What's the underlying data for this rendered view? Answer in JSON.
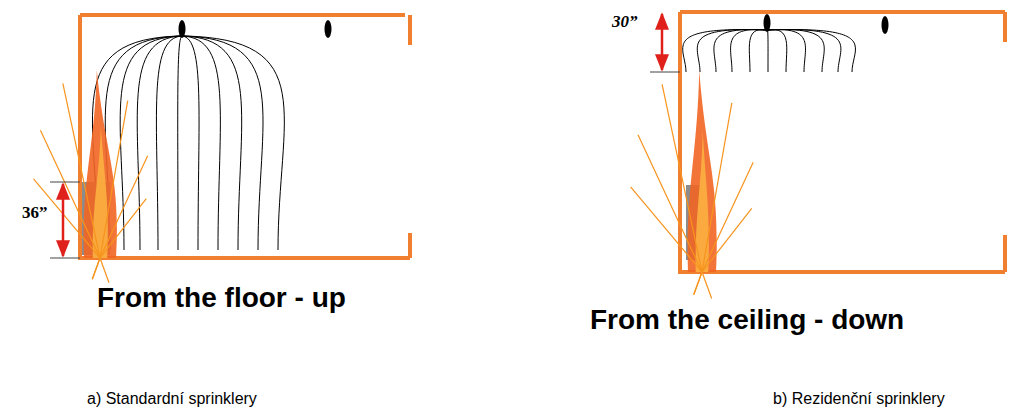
{
  "diagram": {
    "labels": [
      "36”",
      "From the floor - up",
      "a) Standardní sprinklery",
      "30”",
      "From the ceiling - down",
      "b) Rezidenční sprinklery"
    ]
  }
}
